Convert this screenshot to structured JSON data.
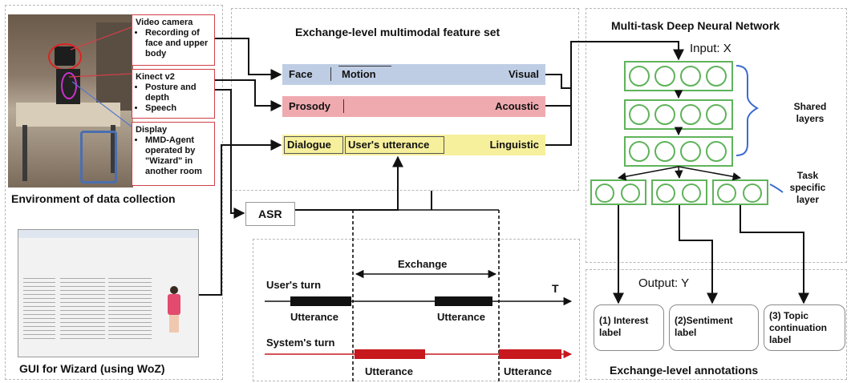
{
  "colors": {
    "visual_band": "#bfcde4",
    "acoustic_band": "#efaab0",
    "linguistic_band": "#f6ef9c",
    "network_green": "#5fb35a",
    "bracket_blue": "#3b6ccf",
    "callout_red": "#cf4048",
    "system_red": "#c7181d"
  },
  "left": {
    "callouts": [
      {
        "title": "Video camera",
        "bullets": [
          "Recording of face and upper body"
        ]
      },
      {
        "title": "Kinect v2",
        "bullets": [
          "Posture and depth",
          "Speech"
        ]
      },
      {
        "title": "Display",
        "bullets": [
          "MMD-Agent operated by \"Wizard\" in another room"
        ]
      }
    ],
    "env_caption": "Environment of data collection",
    "gui_caption": "GUI for Wizard (using WoZ)"
  },
  "features": {
    "title": "Exchange-level multimodal feature set",
    "visual": {
      "items": [
        "Face",
        "Motion"
      ],
      "label": "Visual"
    },
    "acoustic": {
      "items": [
        "Prosody"
      ],
      "label": "Acoustic"
    },
    "linguistic": {
      "items": [
        "Dialogue",
        "User's utterance"
      ],
      "label": "Linguistic"
    },
    "asr": "ASR"
  },
  "timeline": {
    "exchange": "Exchange",
    "user_turn": "User's turn",
    "system_turn": "System's turn",
    "time_axis": "T",
    "user_utterance": "Utterance",
    "system_utterances": [
      "Utterance",
      "Utterance"
    ]
  },
  "network": {
    "title": "Multi-task Deep Neural Network",
    "input": "Input: X",
    "shared_layers": "Shared layers",
    "task_layer": "Task specific layer",
    "output": "Output: Y"
  },
  "annotations": {
    "labels": [
      "(1) Interest label",
      "(2)Sentiment label",
      "(3) Topic continuation label"
    ],
    "caption": "Exchange-level annotations"
  }
}
